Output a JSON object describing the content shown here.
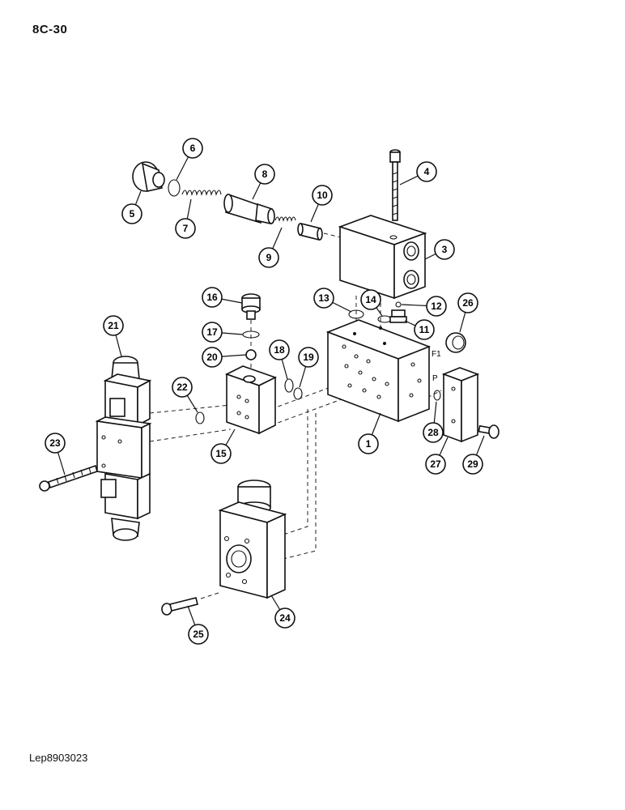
{
  "page_label": "8C-30",
  "footer_code": "Lep8903023",
  "callouts": [
    "1",
    "3",
    "4",
    "5",
    "6",
    "7",
    "8",
    "9",
    "10",
    "11",
    "12",
    "13",
    "14",
    "15",
    "16",
    "17",
    "18",
    "19",
    "20",
    "21",
    "22",
    "23",
    "24",
    "25",
    "26",
    "27",
    "28",
    "29"
  ],
  "port_labels": [
    "F1",
    "P"
  ]
}
